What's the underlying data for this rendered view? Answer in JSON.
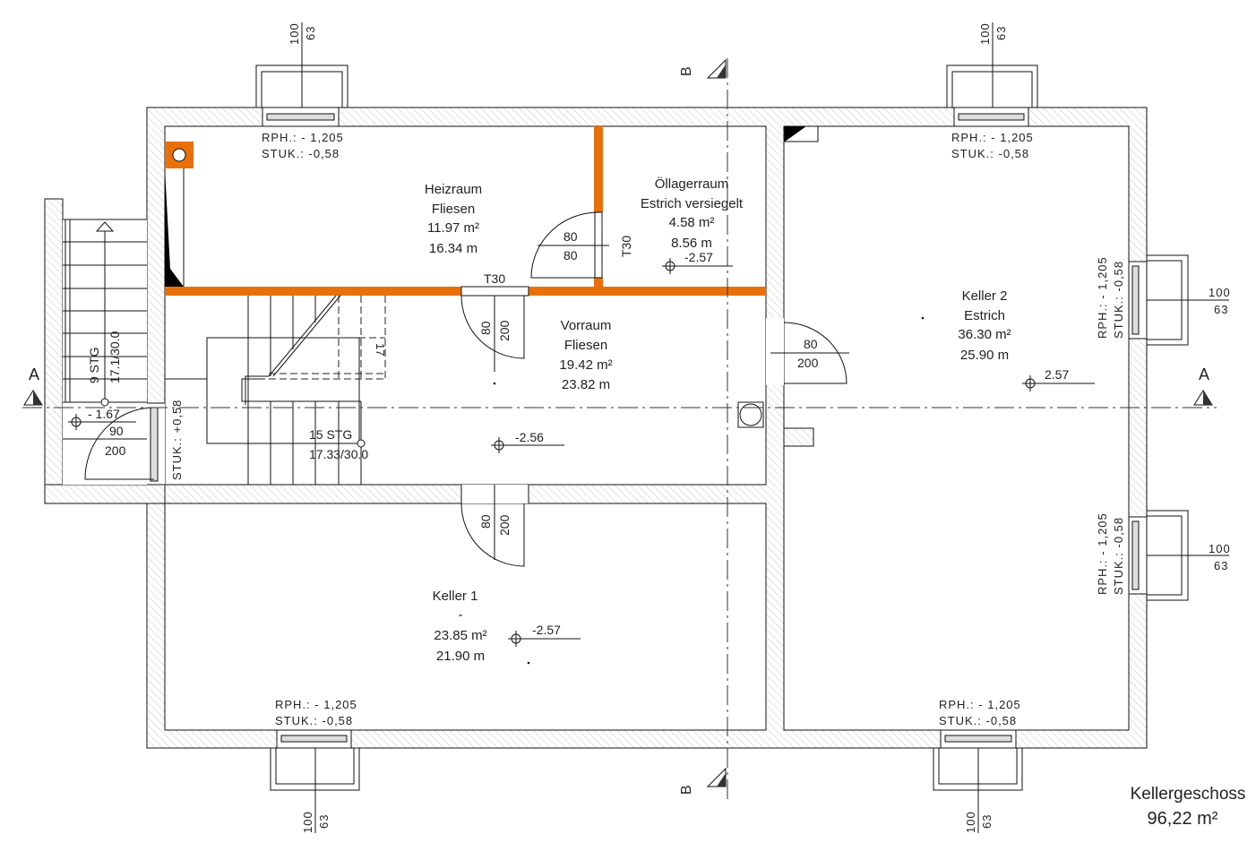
{
  "plan": {
    "title": "Kellergeschoss",
    "total_area": "96,22 m²",
    "colors": {
      "wall_new": "#e8700a",
      "line": "#111111",
      "hatch": "#bbbbbb"
    }
  },
  "rooms": [
    {
      "name": "Heizraum",
      "floor": "Fliesen",
      "area": "11.97 m²",
      "perimeter": "16.34 m"
    },
    {
      "name": "Öllagerraum",
      "floor": "Estrich versiegelt",
      "area": "4.58 m²",
      "perimeter": "8.56 m"
    },
    {
      "name": "Vorraum",
      "floor": "Fliesen",
      "area": "19.42 m²",
      "perimeter": "23.82 m"
    },
    {
      "name": "Keller 1",
      "floor": "-",
      "area": "23.85 m²",
      "perimeter": "21.90 m"
    },
    {
      "name": "Keller 2",
      "floor": "Estrich",
      "area": "36.30 m²",
      "perimeter": "25.90 m"
    }
  ],
  "levels": {
    "oellager": "-2.57",
    "vorraum": "-2.56",
    "keller1": "-2.57",
    "keller2": "2.57",
    "entrance": "- 1.67"
  },
  "windows": {
    "rph": "RPH.:  - 1,205",
    "stuk": "STUK.:  -0,58"
  },
  "light_wells": {
    "width": "100",
    "depth": "63"
  },
  "doors": {
    "heizraum": {
      "width": "80",
      "height": "80",
      "rating": "T30"
    },
    "vorraum": {
      "width": "80",
      "height": "200",
      "rating": "T30"
    },
    "keller1": {
      "width": "80",
      "height": "200"
    },
    "keller2": {
      "width": "80",
      "height": "200"
    },
    "entrance": {
      "width": "90",
      "height": "200"
    }
  },
  "entrance_stuk": "STUK.:  +0,58",
  "stairs": {
    "outer": {
      "steps": "9 STG",
      "ratio": "17.1/30.0"
    },
    "inner": {
      "steps": "15 STG",
      "ratio": "17.33/30.0",
      "arrow_num": "17"
    }
  },
  "sections": {
    "a": "A",
    "b": "B"
  }
}
